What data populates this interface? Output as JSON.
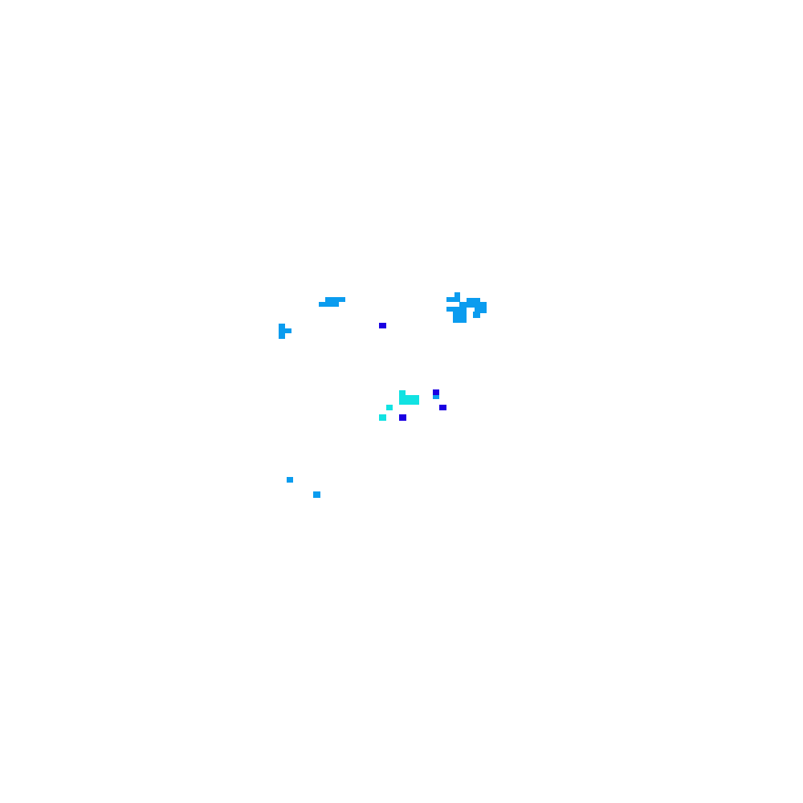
{
  "colors": {
    "background": "#ffffff",
    "blue": "#0b9cef",
    "cyan": "#12e2e2",
    "dark_blue": "#1b00e2"
  },
  "clusters": [
    {
      "name": "upper-left-cluster",
      "color": "blue"
    },
    {
      "name": "upper-right-cluster",
      "color": "blue"
    },
    {
      "name": "left-cluster",
      "color": "blue"
    },
    {
      "name": "center-cluster",
      "color": "cyan"
    },
    {
      "name": "dark-blue-marks",
      "color": "dark_blue"
    },
    {
      "name": "lower-left-marks",
      "color": "blue"
    }
  ]
}
